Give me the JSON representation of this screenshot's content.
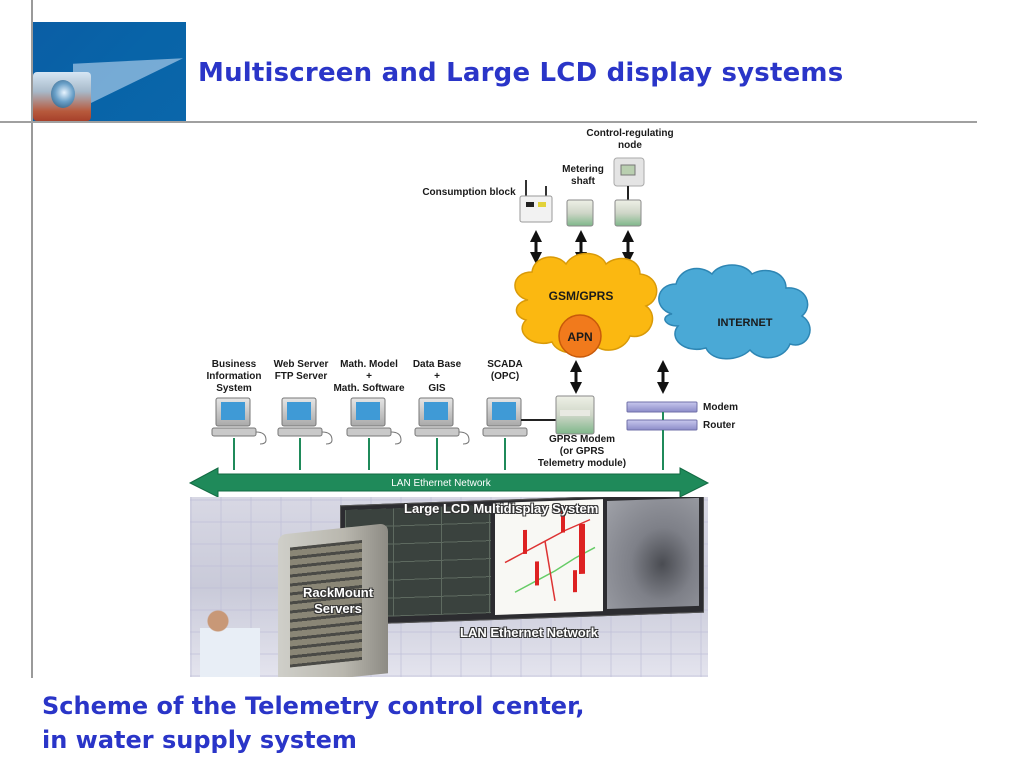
{
  "slide": {
    "title": "Multiscreen and Large LCD display systems",
    "caption_line1": "Scheme of the Telemetry control center,",
    "caption_line2": "in water supply system",
    "accent_color": "#2a35c8",
    "logo_icon": "projector-icon"
  },
  "diagram": {
    "field_devices": [
      {
        "id": "consumption-block",
        "label": "Consumption block",
        "icon": "wireless-router-icon"
      },
      {
        "id": "metering-shaft",
        "label": "Metering\nshaft",
        "icon": "din-rail-module-icon"
      },
      {
        "id": "control-regulating-node",
        "label": "Control-regulating\nnode",
        "icon": "plc-controller-icon"
      }
    ],
    "clouds": {
      "gsm": {
        "label": "GSM/GPRS",
        "color": "#fbb811"
      },
      "apn": {
        "label": "APN",
        "color": "#f17a1c"
      },
      "internet": {
        "label": "INTERNET",
        "color": "#4aa9d6"
      }
    },
    "workstations": [
      {
        "label": "Business\nInformation\nSystem"
      },
      {
        "label": "Web Server\nFTP Server"
      },
      {
        "label": "Math. Model\n+\nMath. Software"
      },
      {
        "label": "Data Base\n+\nGIS"
      },
      {
        "label": "SCADA\n(OPC)"
      }
    ],
    "gprs_modem": {
      "label": "GPRS Modem\n(or GPRS\nTelemetry module)"
    },
    "network_devices": [
      {
        "label": "Modem"
      },
      {
        "label": "Router"
      }
    ],
    "lan_bus": {
      "label": "LAN Ethernet Network",
      "color": "#1f8a5a"
    },
    "photo": {
      "lcd_label": "Large LCD Multidisplay System",
      "rack_label": "RackMount\nServers",
      "lan_label": "LAN Ethernet Network"
    }
  }
}
